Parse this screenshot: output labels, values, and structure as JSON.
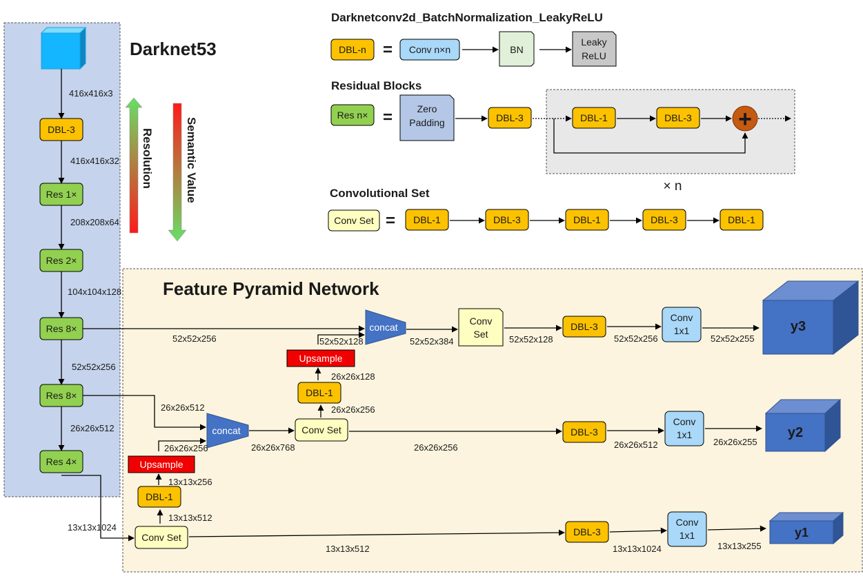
{
  "colors": {
    "darknet_bg": "#c5d3ec",
    "fpn_bg": "#fcf4de",
    "residual_bg": "#e8e8e8",
    "dbl": "#fcc200",
    "res": "#92d050",
    "conv": "#a9d8f8",
    "bn": "#e1f0d8",
    "relu": "#c8c8c8",
    "zero_padding": "#b4c7e7",
    "conv_set": "#fefec0",
    "upsample": "#f00000",
    "concat": "#4472c4",
    "output_cube": "#4472c4",
    "add_circle": "#c55a11",
    "resolution_arrow": [
      "#66e066",
      "#ff1a1a"
    ],
    "semantic_arrow": [
      "#ff1a1a",
      "#66e066"
    ]
  },
  "darknet": {
    "title": "Darknet53",
    "input_dim": "416x416x3",
    "layers": [
      "DBL-3",
      "Res 1×",
      "Res 2×",
      "Res 8×",
      "Res 8×",
      "Res 4×"
    ],
    "dims": [
      "416x416x32",
      "208x208x64",
      "104x104x128",
      "52x52x256",
      "26x26x512"
    ],
    "res4_out": "13x13x1024"
  },
  "indicators": {
    "resolution": "Resolution",
    "semantic": "Semantic Value"
  },
  "legend": {
    "dbl_title": "Darknetconv2d_BatchNormalization_LeakyReLU",
    "dbl_n": "DBL-n",
    "equals": "=",
    "conv_nxn": "Conv n×n",
    "bn": "BN",
    "leaky_relu": [
      "Leaky",
      "ReLU"
    ],
    "residual_title": "Residual Blocks",
    "res_n": "Res n×",
    "zero_padding": [
      "Zero",
      "Padding"
    ],
    "dbl3": "DBL-3",
    "dbl1": "DBL-1",
    "plus": "+",
    "times_n": "× n",
    "convset_title": "Convolutional Set",
    "conv_set": "Conv Set",
    "convset_chain": [
      "DBL-1",
      "DBL-3",
      "DBL-1",
      "DBL-3",
      "DBL-1"
    ]
  },
  "fpn": {
    "title": "Feature Pyramid Network",
    "concat": "concat",
    "conv_set": "Conv Set",
    "conv_set_split": [
      "Conv",
      "Set"
    ],
    "dbl1": "DBL-1",
    "dbl3": "DBL-3",
    "upsample": "Upsample",
    "conv1x1": [
      "Conv",
      "1x1"
    ],
    "outputs": [
      "y3",
      "y2",
      "y1"
    ],
    "dims": {
      "res8a_out": "52x52x256",
      "res8b_out": "26x26x512",
      "up_a_in": "52x52x128",
      "concat_a_out": "52x52x384",
      "convset_a_out": "52x52x128",
      "dbl_a_out": "52x52x256",
      "y3_in": "52x52x255",
      "up_a_out": "26x26x128",
      "dbl1_a_in": "26x26x256",
      "up_b_out": "26x26x256",
      "concat_b_out": "26x26x768",
      "convset_b_out": "26x26x256",
      "dbl_b_out": "26x26x512",
      "y2_in": "26x26x255",
      "dbl1_b_out": "13x13x256",
      "convset_c_out_up": "13x13x512",
      "convset_c_out": "13x13x512",
      "dbl_c_out": "13x13x1024",
      "y1_in": "13x13x255"
    }
  }
}
